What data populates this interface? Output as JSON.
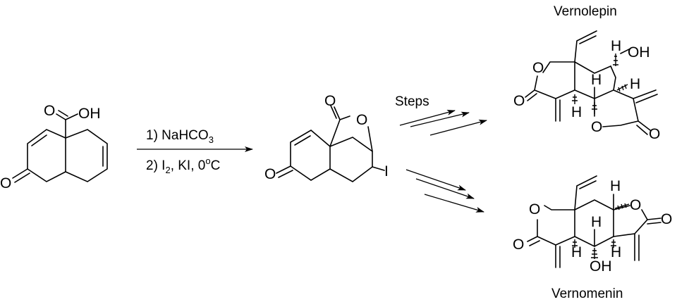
{
  "scheme": {
    "conditions": {
      "step1": {
        "num": "1) NaHCO",
        "sub": "3"
      },
      "step2": {
        "num": "2) I",
        "sub": "2",
        "rest": ", KI, 0",
        "sup": "o",
        "end": "C"
      },
      "steps": "Steps"
    },
    "products": {
      "top": "Vernolepin",
      "bottom": "Vernomenin"
    },
    "atoms": {
      "O": "O",
      "OH": "OH",
      "H": "H",
      "I": "I"
    }
  }
}
